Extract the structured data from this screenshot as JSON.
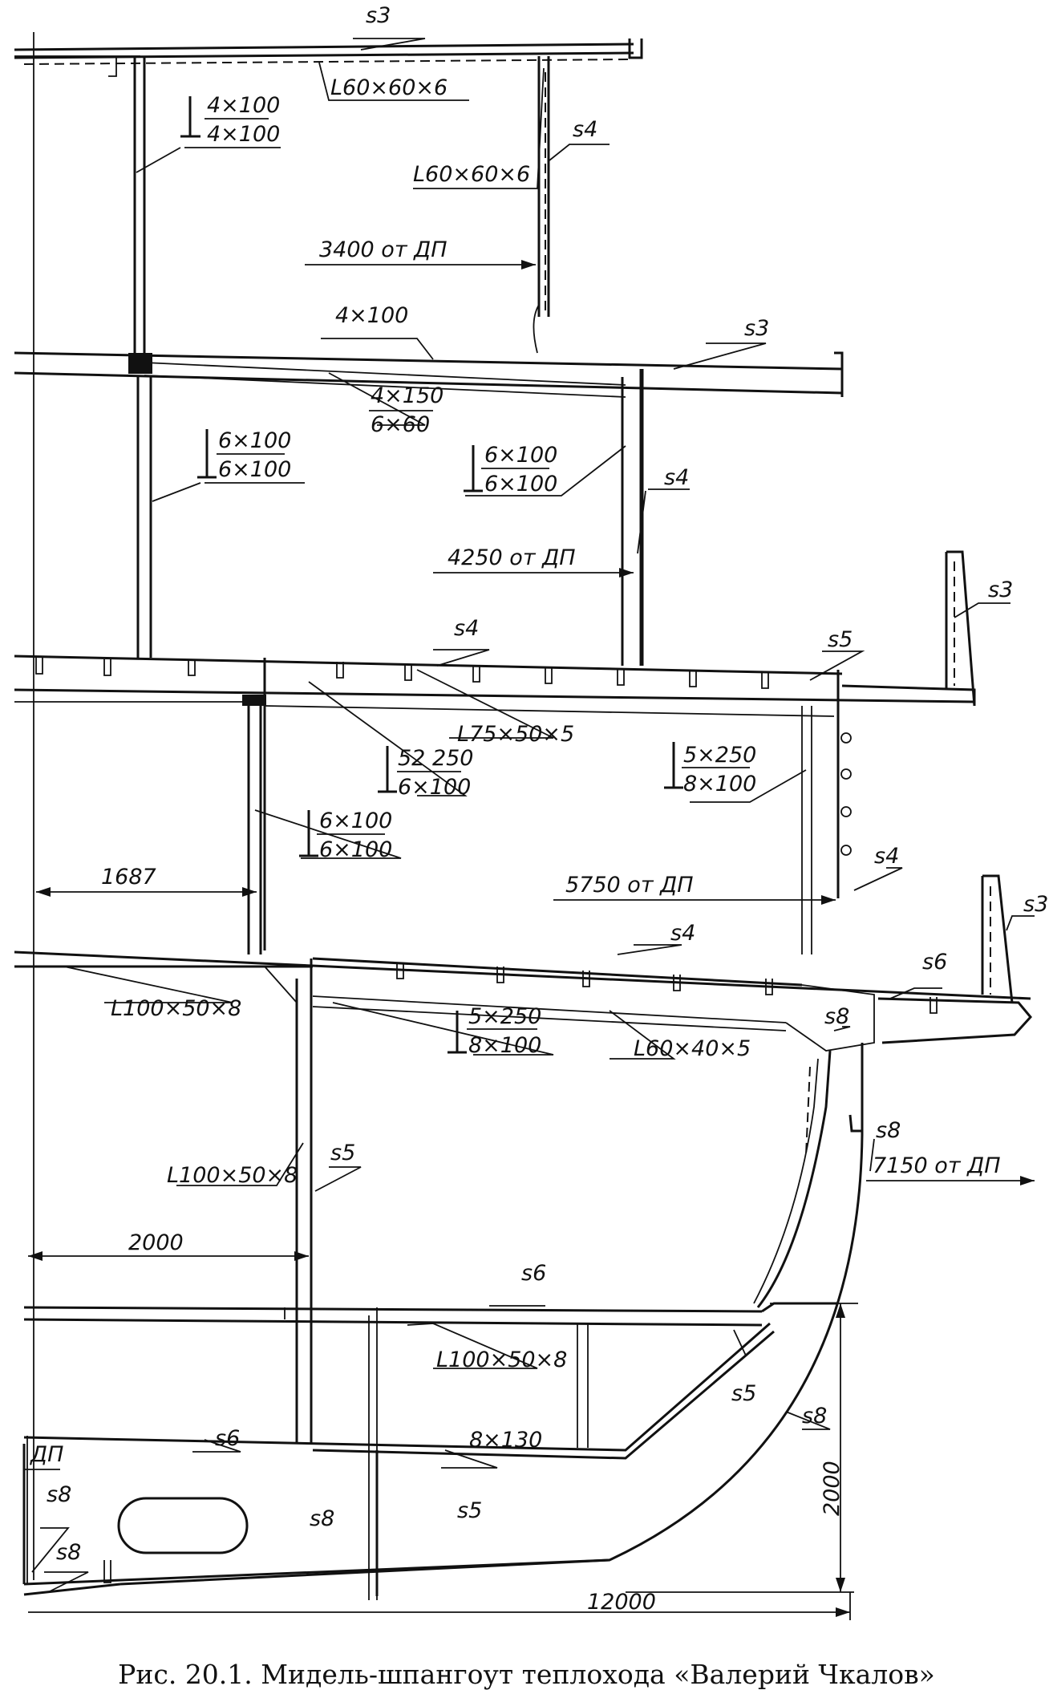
{
  "labels": {
    "plate_top": "s3",
    "angle_top": "L60×60×6",
    "tee_upper_num": "4×100",
    "tee_upper_den": "4×100",
    "plate_s4_upper": "s4",
    "angle_upper_right": "L60×60×6",
    "dim_3400": "3400 от ДП",
    "beam_4x100": "4×100",
    "plate_s3_second": "s3",
    "girder_num": "4×150",
    "girder_den": "6×60",
    "tee_6x100_left_num": "6×100",
    "tee_6x100_left_den": "6×100",
    "tee_6x100_right_num": "6×100",
    "tee_6x100_right_den": "6×100",
    "plate_s4_second": "s4",
    "dim_4250": "4250 от ДП",
    "plate_s3_right1": "s3",
    "plate_s4_deck3": "s4",
    "plate_s5_deck3": "s5",
    "angle_75": "L75×50×5",
    "tee_52_num": "52 250",
    "tee_52_den": "6×100",
    "tee_5x250_num": "5×250",
    "tee_5x250_den": "8×100",
    "tee_6x100_low_num": "6×100",
    "tee_6x100_low_den": "6×100",
    "plate_s4_side": "s4",
    "dim_1687": "1687",
    "dim_5750": "5750 от ДП",
    "plate_s3_right2": "s3",
    "plate_s4_deck4": "s4",
    "plate_s6_deck4": "s6",
    "angle_100_top": "L100×50×8",
    "plate_s8_corner": "s8",
    "tee_5x250_low_num": "5×250",
    "tee_5x250_low_den": "8×100",
    "angle_60x40": "L60×40×5",
    "plate_s8_side": "s8",
    "dim_7150": "7150 от ДП",
    "angle_100_mid": "L100×50×8",
    "plate_s5_bulk": "s5",
    "dim_2000_h": "2000",
    "plate_s6_deck5": "s6",
    "angle_100_low": "L100×50×8",
    "plate_s5_bilge": "s5",
    "plate_s8_bilge": "s8",
    "dp": "ДП",
    "plate_s6_floor": "s6",
    "beam_8x130": "8×130",
    "plate_s8_keel": "s8",
    "plate_s8_floor": "s8",
    "plate_s5_floor": "s5",
    "plate_s8_bottom": "s8",
    "dim_2000_v": "2000",
    "dim_12000": "12000"
  },
  "caption": "Рис. 20.1. Мидель-шпангоут теплохода «Валерий Чкалов»"
}
